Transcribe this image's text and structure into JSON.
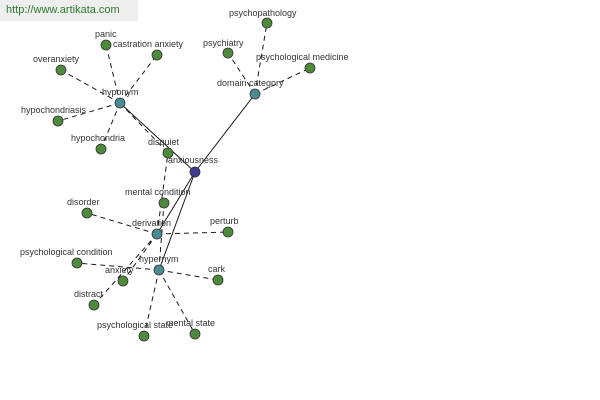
{
  "watermark": "http://www.artikata.com",
  "colors": {
    "center": "#3b3b8f",
    "hub": "#4a8c96",
    "leaf": "#4e8a3c",
    "edge": "#1a1a1a"
  },
  "nodes": [
    {
      "id": "anxiousness",
      "label": "anxiousness",
      "kind": "center"
    },
    {
      "id": "hyponym",
      "label": "hyponym",
      "kind": "hub"
    },
    {
      "id": "domain-category",
      "label": "domain category",
      "kind": "hub"
    },
    {
      "id": "derivation",
      "label": "derivation",
      "kind": "hub"
    },
    {
      "id": "hypernym",
      "label": "hypernym",
      "kind": "hub"
    },
    {
      "id": "panic",
      "label": "panic",
      "kind": "leaf"
    },
    {
      "id": "castration-anxiety",
      "label": "castration anxiety",
      "kind": "leaf"
    },
    {
      "id": "overanxiety",
      "label": "overanxiety",
      "kind": "leaf"
    },
    {
      "id": "hypochondriasis",
      "label": "hypochondriasis",
      "kind": "leaf"
    },
    {
      "id": "hypochondria",
      "label": "hypochondria",
      "kind": "leaf"
    },
    {
      "id": "disquiet",
      "label": "disquiet",
      "kind": "leaf"
    },
    {
      "id": "psychopathology",
      "label": "psychopathology",
      "kind": "leaf"
    },
    {
      "id": "psychiatry",
      "label": "psychiatry",
      "kind": "leaf"
    },
    {
      "id": "psychological-medicine",
      "label": "psychological medicine",
      "kind": "leaf"
    },
    {
      "id": "mental-condition",
      "label": "mental condition",
      "kind": "leaf"
    },
    {
      "id": "disorder",
      "label": "disorder",
      "kind": "leaf"
    },
    {
      "id": "perturb",
      "label": "perturb",
      "kind": "leaf"
    },
    {
      "id": "psychological-condition",
      "label": "psychological condition",
      "kind": "leaf"
    },
    {
      "id": "anxiety",
      "label": "anxiety",
      "kind": "leaf"
    },
    {
      "id": "cark",
      "label": "cark",
      "kind": "leaf"
    },
    {
      "id": "distract",
      "label": "distract",
      "kind": "leaf"
    },
    {
      "id": "psychological-state",
      "label": "psychological state",
      "kind": "leaf"
    },
    {
      "id": "mental-state",
      "label": "mental state",
      "kind": "leaf"
    }
  ],
  "edges": [
    {
      "from": "anxiousness",
      "to": "hyponym",
      "style": "solid"
    },
    {
      "from": "anxiousness",
      "to": "domain-category",
      "style": "solid"
    },
    {
      "from": "anxiousness",
      "to": "derivation",
      "style": "solid"
    },
    {
      "from": "anxiousness",
      "to": "hypernym",
      "style": "solid"
    },
    {
      "from": "hyponym",
      "to": "panic",
      "style": "dashed"
    },
    {
      "from": "hyponym",
      "to": "castration-anxiety",
      "style": "dashed"
    },
    {
      "from": "hyponym",
      "to": "overanxiety",
      "style": "dashed"
    },
    {
      "from": "hyponym",
      "to": "hypochondriasis",
      "style": "dashed"
    },
    {
      "from": "hyponym",
      "to": "hypochondria",
      "style": "dashed"
    },
    {
      "from": "hyponym",
      "to": "disquiet",
      "style": "dashed"
    },
    {
      "from": "domain-category",
      "to": "psychopathology",
      "style": "dashed"
    },
    {
      "from": "domain-category",
      "to": "psychiatry",
      "style": "dashed"
    },
    {
      "from": "domain-category",
      "to": "psychological-medicine",
      "style": "dashed"
    },
    {
      "from": "derivation",
      "to": "disquiet",
      "style": "dashed"
    },
    {
      "from": "derivation",
      "to": "disorder",
      "style": "dashed"
    },
    {
      "from": "derivation",
      "to": "perturb",
      "style": "dashed"
    },
    {
      "from": "derivation",
      "to": "anxiety",
      "style": "dashed"
    },
    {
      "from": "derivation",
      "to": "distract",
      "style": "dashed"
    },
    {
      "from": "hypernym",
      "to": "mental-condition",
      "style": "dashed"
    },
    {
      "from": "hypernym",
      "to": "psychological-condition",
      "style": "dashed"
    },
    {
      "from": "hypernym",
      "to": "cark",
      "style": "dashed"
    },
    {
      "from": "hypernym",
      "to": "psychological-state",
      "style": "dashed"
    },
    {
      "from": "hypernym",
      "to": "mental-state",
      "style": "dashed"
    }
  ]
}
